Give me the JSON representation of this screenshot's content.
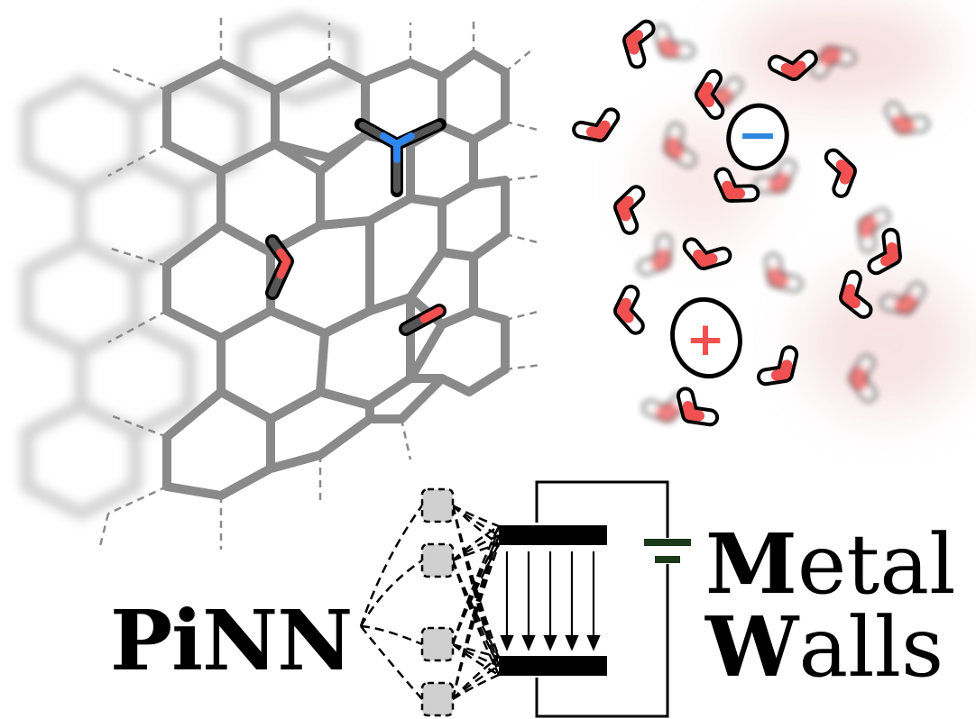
{
  "labels": {
    "pinn": "PiNN",
    "metal_walls": {
      "line1_bold": "M",
      "line1_rest": "etal",
      "line2_bold": "W",
      "line2_rest": "alls"
    }
  },
  "ions": {
    "anion_sign": "−",
    "cation_sign": "+"
  },
  "colors": {
    "lattice": "#8a8a8a",
    "oxygen": "#f05050",
    "hydrogen": "#ffffff",
    "nitrogen": "#2f86f0",
    "carbon": "#444444",
    "anion": "#2f86e0",
    "cation": "#f05050",
    "battery": "#1a3a1a",
    "node": "#d0d0d0"
  }
}
